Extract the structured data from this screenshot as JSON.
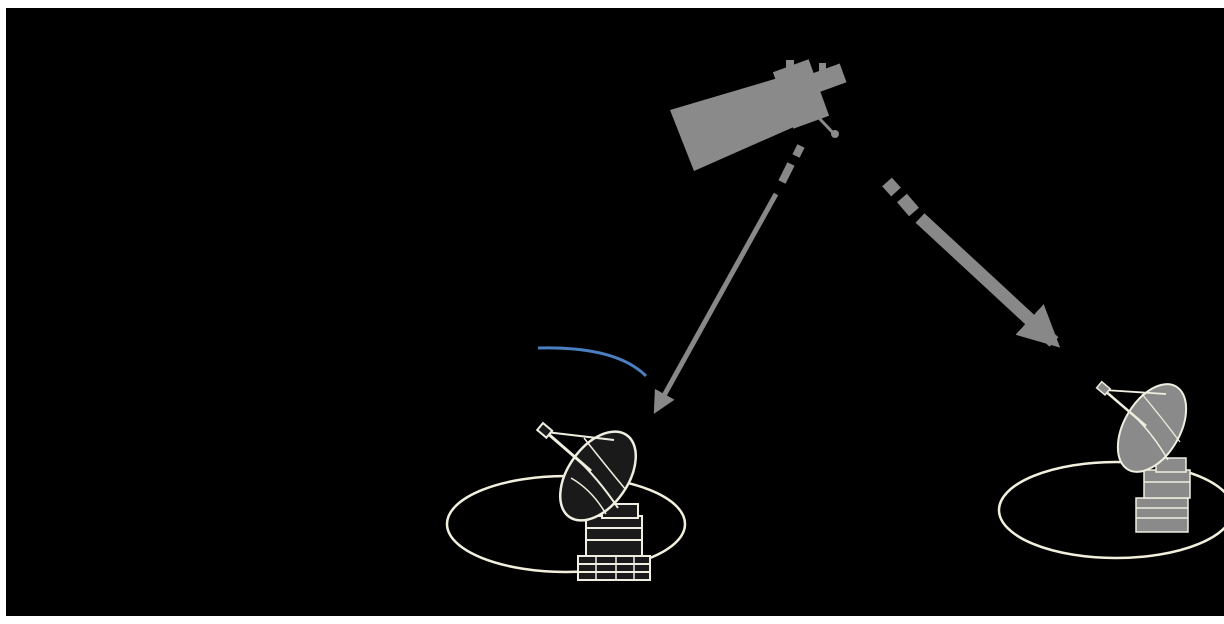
{
  "diagram": {
    "nodes": [
      {
        "id": "satellite",
        "icon": "satellite-icon"
      },
      {
        "id": "ground-station-left",
        "icon": "radio-dish-icon"
      },
      {
        "id": "ground-station-right",
        "icon": "radio-dish-icon"
      }
    ],
    "edges": [
      {
        "from": "satellite",
        "to": "ground-station-left",
        "style": "dashed-thin"
      },
      {
        "from": "satellite",
        "to": "ground-station-right",
        "style": "dashed-thick"
      }
    ],
    "annotations": [
      {
        "id": "rotation-arc",
        "icon": "arc-icon"
      }
    ]
  },
  "colors": {
    "background": "#000000",
    "satellite": "#8a8a8a",
    "arrow": "#888888",
    "dish_dark": "#1a1a1a",
    "dish_light": "#f0eee0",
    "ring": "#f2f0dc",
    "arc": "#4a7fc0"
  }
}
